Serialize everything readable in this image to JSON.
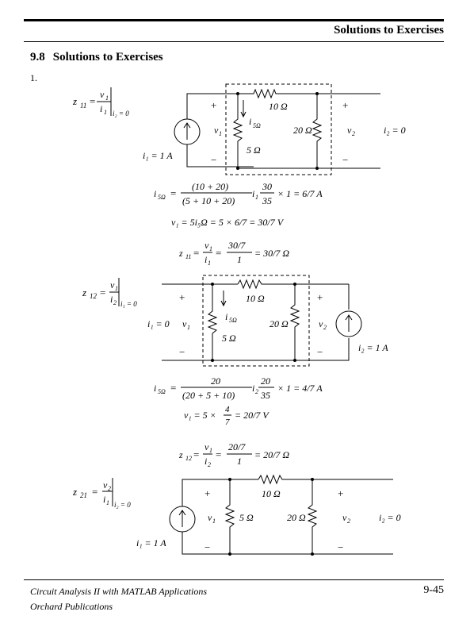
{
  "header": {
    "title": "Solutions to Exercises"
  },
  "section": {
    "number": "9.8",
    "title": "Solutions to Exercises"
  },
  "exercise": {
    "number": "1."
  },
  "footer": {
    "book_title": "Circuit Analysis II with MATLAB Applications",
    "publisher": "Orchard Publications",
    "page_number": "9-45"
  },
  "labels": {
    "z11": "z",
    "sub11": "11",
    "sub12": "12",
    "sub21": "21",
    "v1": "v",
    "v2": "v",
    "i1": "i",
    "i2": "i",
    "sub1": "1",
    "sub2": "2",
    "eq": "=",
    "cond_i2_0": "i₂ = 0",
    "cond_i1_0": "i₁ = 0",
    "r10": "10 Ω",
    "r20": "20 Ω",
    "r5": "5 Ω",
    "i5": "i",
    "sub5": "5Ω",
    "plus": "+",
    "minus": "−",
    "src_i1": "i₁ = 1 A",
    "src_i2": "i₂ = 1 A",
    "open_i2": "i₂ = 0",
    "open_i1": "i₁ = 0"
  },
  "equations": {
    "eq1_num": "(10 + 20)",
    "eq1_den": "(5 + 10 + 20)",
    "eq1_frac2_num": "30",
    "eq1_frac2_den": "35",
    "eq1_rest": "× 1 = 6/7 A",
    "eq2": "v₁ = 5i₅Ω = 5 × 6/7 = 30/7 V",
    "eq3_num": "30/7",
    "eq3_den": "1",
    "eq3_rest": "= 30/7 Ω",
    "eq4_num": "20",
    "eq4_den": "(20 + 5 + 10)",
    "eq4_frac2_num": "20",
    "eq4_frac2_den": "35",
    "eq4_rest": "× 1 = 4/7 A",
    "eq5_lhs": "v₁ = 5 ×",
    "eq5_num": "4",
    "eq5_den": "7",
    "eq5_rest": "= 20/7 V",
    "eq6_num": "20/7",
    "eq6_den": "1",
    "eq6_rest": "= 20/7 Ω"
  }
}
